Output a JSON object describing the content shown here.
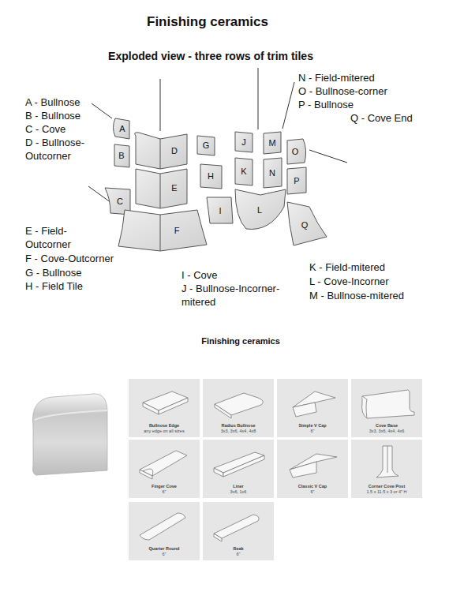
{
  "diagram": {
    "title": "Finishing ceramics",
    "nodes": [
      {
        "text": [
          "Bullnose Edge",
          "any edge on all sizes"
        ]
      },
      {
        "text": [
          "Radius Bullnose",
          "3x3, 3x6, 4x4, 4x8"
        ]
      },
      {
        "text": [
          "Simple V Cap",
          "6\""
        ]
      },
      {
        "text": [
          "Cove Base",
          "3x3, 3x6, 4x4, 4x6"
        ]
      },
      {
        "text": [
          "Finger Cove",
          "6\""
        ]
      },
      {
        "text": [
          "Liner",
          "3x6, 1x6"
        ]
      },
      {
        "text": [
          "Classic V Cap",
          "6\""
        ]
      },
      {
        "text": [
          "Corner Cove Post",
          "1.5 x 11.5 x 3 or 4\" H"
        ]
      },
      {
        "text": [
          "Quarter Round",
          "6\""
        ]
      },
      {
        "text": [
          "Beak",
          "6\""
        ]
      }
    ],
    "labels": [
      "Exploded view - three rows of trim tiles",
      "A - Bullnose",
      "B - Bullnose",
      "C - Cove",
      "D - Bullnose- Outcorner",
      "N - Field-mitered",
      "O - Bullnose-corner",
      "P - Bullnose",
      "Q - Cove End",
      "A",
      "B",
      "C",
      "D",
      "E",
      "F",
      "G",
      "H",
      "I",
      "J",
      "K",
      "L",
      "M",
      "N",
      "O",
      "P",
      "Q",
      "E - Field- Outcorner",
      "F - Cove-Outcorner",
      "G - Bullnose",
      "H - Field Tile",
      "I - Cove",
      "J - Bullnose-Incorner- mitered",
      "K - Field-mitered",
      "L - Cove-Incorner",
      "M - Bullnose-mitered",
      "Finishing ceramics"
    ]
  }
}
